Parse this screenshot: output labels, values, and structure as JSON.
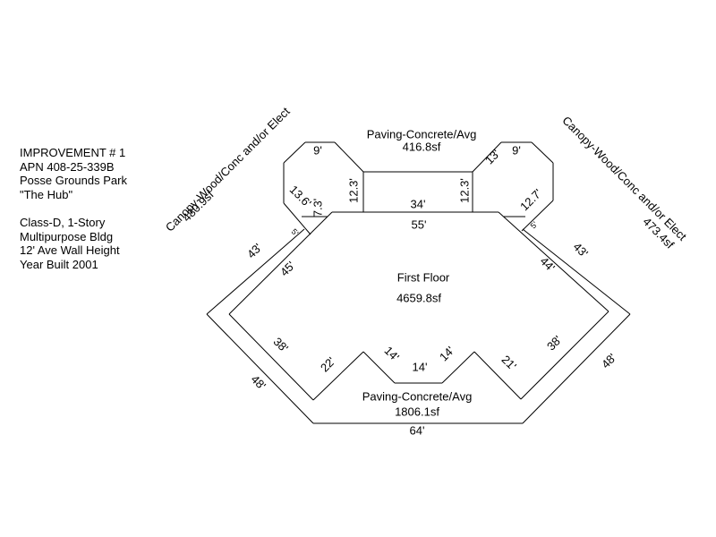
{
  "info": {
    "line1": "IMPROVEMENT # 1",
    "line2": "APN 408-25-339B",
    "line3": "Posse Grounds Park",
    "line4": "\"The Hub\"",
    "line5": "Class-D, 1-Story",
    "line6": "Multipurpose Bldg",
    "line7": "12' Ave Wall Height",
    "line8": "Year Built 2001"
  },
  "areas": {
    "paving_top_label": "Paving-Concrete/Avg",
    "paving_top_area": "416.8sf",
    "first_floor_label": "First Floor",
    "first_floor_area": "4659.8sf",
    "paving_bottom_label": "Paving-Concrete/Avg",
    "paving_bottom_area": "1806.1sf",
    "canopy_left_label": "Canopy-Wood/Conc and/or Elect",
    "canopy_left_area": "480.9sf",
    "canopy_right_label": "Canopy-Wood/Conc and/or Elect",
    "canopy_right_area": "473.4sf"
  },
  "dimensions": {
    "left_canopy_top": "9'",
    "left_canopy_diag": "13.6'",
    "left_canopy_side": "7.3'",
    "top_paving_left": "12.3'",
    "top_paving_right": "12.3'",
    "top_paving_width": "34'",
    "right_canopy_top_13": "13'",
    "right_canopy_top_9": "9'",
    "right_canopy_diag": "12.7'",
    "left_small": "5'",
    "right_small": "5'",
    "building_top": "55'",
    "left_outer_43": "43'",
    "left_inner_45": "45'",
    "right_outer_43": "43'",
    "right_inner_44": "44'",
    "left_38": "38'",
    "left_22": "22'",
    "notch_left_14": "14'",
    "notch_bottom_14": "14'",
    "notch_right_14": "14'",
    "right_21": "21'",
    "right_38": "38'",
    "left_outer_48": "48'",
    "right_outer_48": "48'",
    "bottom_64": "64'"
  }
}
